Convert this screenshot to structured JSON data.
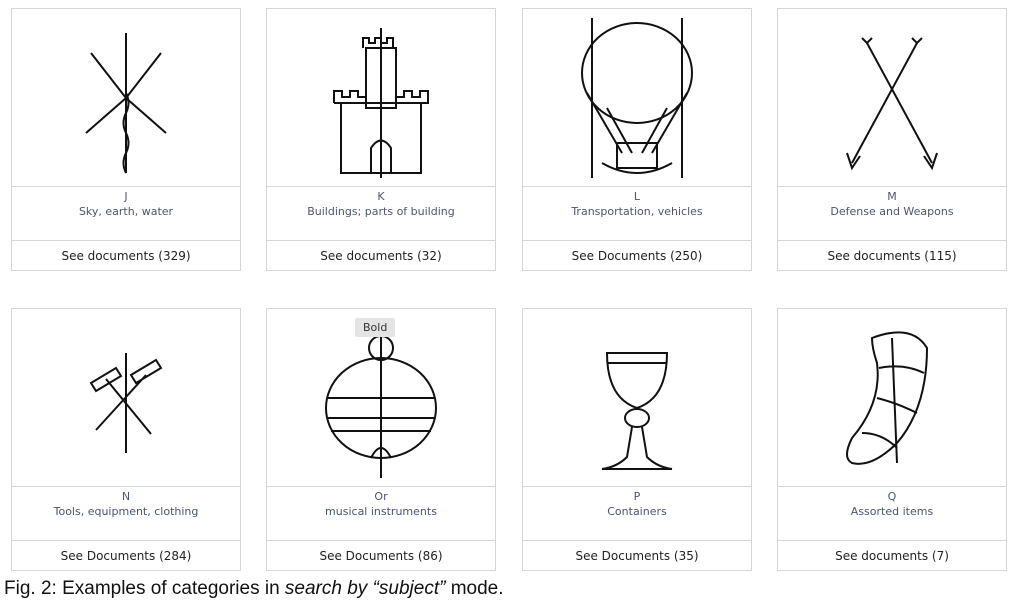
{
  "cards": [
    {
      "code": "J",
      "label": "Sky, earth, water",
      "button": "See documents (329)",
      "icon": "star-icon"
    },
    {
      "code": "K",
      "label": "Buildings; parts of building",
      "button": "See documents (32)",
      "icon": "castle-icon"
    },
    {
      "code": "L",
      "label": "Transportation, vehicles",
      "button": "See Documents (250)",
      "icon": "balloon-icon"
    },
    {
      "code": "M",
      "label": "Defense and Weapons",
      "button": "See documents (115)",
      "icon": "crossed-arrows-icon"
    },
    {
      "code": "N",
      "label": "Tools, equipment, clothing",
      "button": "See Documents (284)",
      "icon": "crossed-hammers-icon"
    },
    {
      "code": "Or",
      "label": "musical instruments",
      "button": "See Documents (86)",
      "icon": "bell-icon"
    },
    {
      "code": "P",
      "label": "Containers",
      "button": "See Documents (35)",
      "icon": "goblet-icon"
    },
    {
      "code": "Q",
      "label": "Assorted items",
      "button": "See documents (7)",
      "icon": "crescent-icon"
    }
  ],
  "tooltip": "Bold",
  "caption": {
    "prefix": "Fig. 2: Examples of categories in ",
    "italic": "search by “subject”",
    "suffix": " mode."
  }
}
